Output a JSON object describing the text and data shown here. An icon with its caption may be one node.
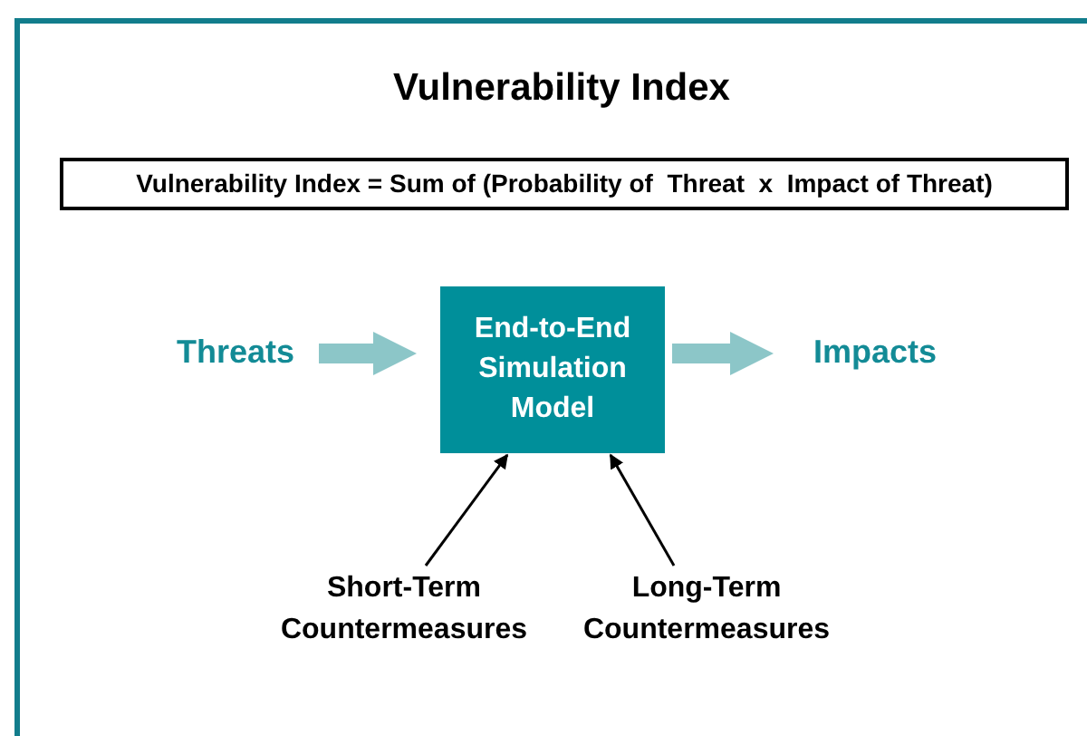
{
  "diagram": {
    "title": "Vulnerability Index",
    "nodes": [
      {
        "text": [
          "Vulnerability Index = Sum of (Probability of  Threat  x  Impact of Threat)"
        ]
      },
      {
        "text": [
          "Threats"
        ]
      },
      {
        "text": [
          "End-to-End Simulation Model"
        ]
      },
      {
        "text": [
          "Impacts"
        ]
      },
      {
        "text": [
          "Short-Term Countermeasures"
        ]
      },
      {
        "text": [
          "Long-Term Countermeasures"
        ]
      }
    ],
    "edges": [
      {
        "from": 1,
        "to": 2,
        "arrow": "to",
        "style": "thick",
        "color": "#8cc6c8"
      },
      {
        "from": 2,
        "to": 3,
        "arrow": "to",
        "style": "thick",
        "color": "#8cc6c8"
      },
      {
        "from": 4,
        "to": 2,
        "arrow": "to",
        "color": "#000000"
      },
      {
        "from": 5,
        "to": 2,
        "arrow": "to",
        "color": "#000000"
      }
    ]
  }
}
